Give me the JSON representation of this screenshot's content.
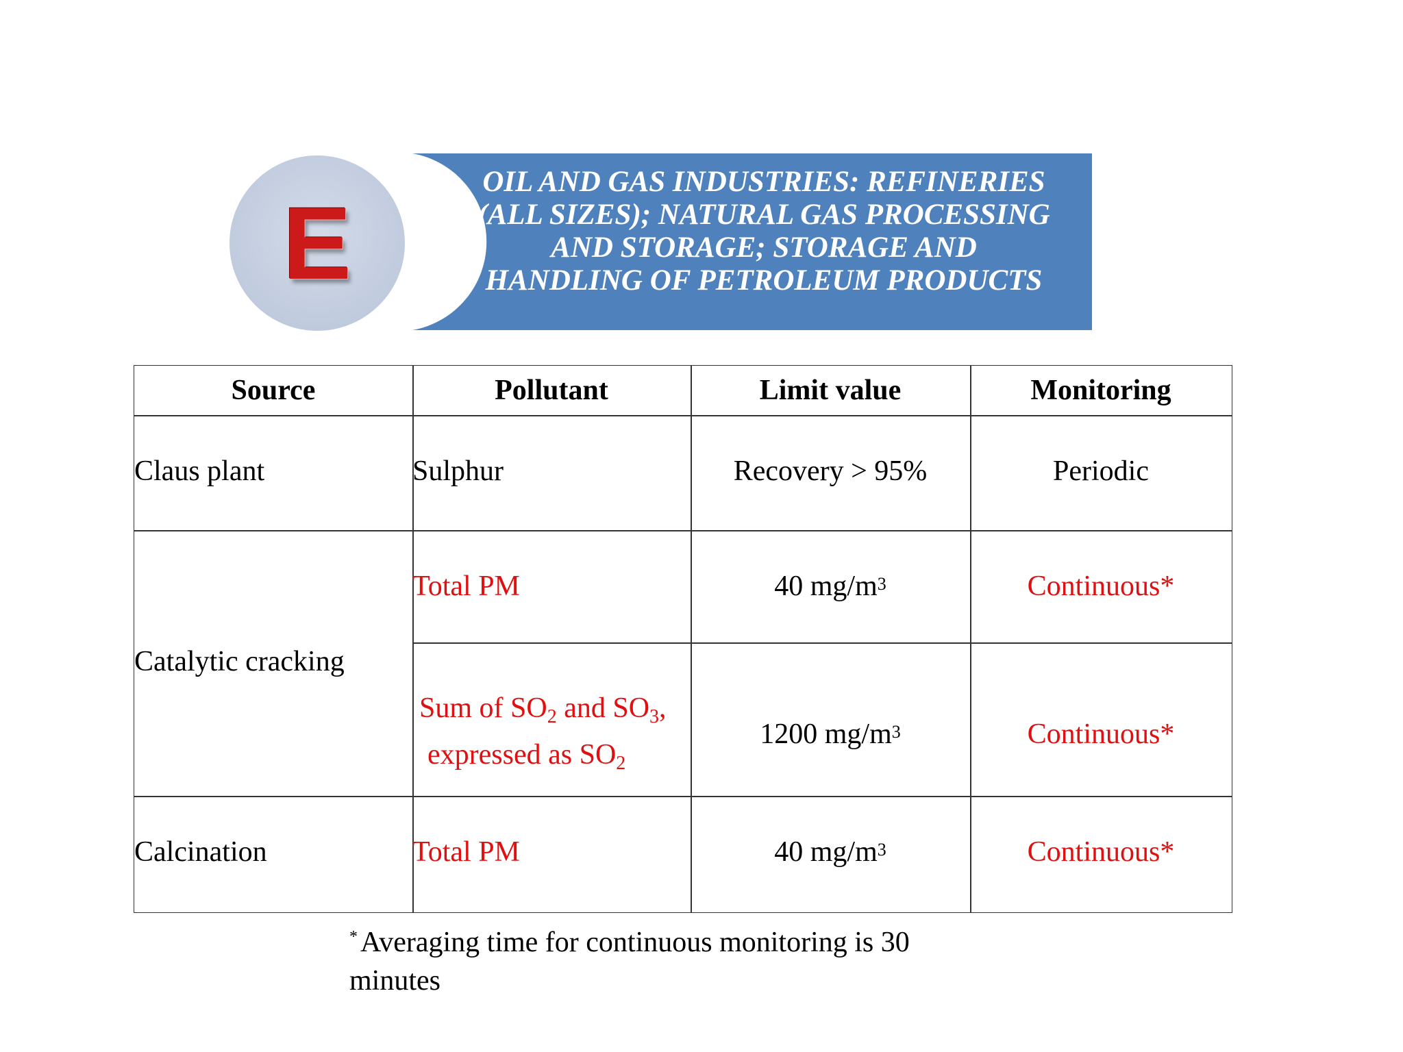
{
  "banner": {
    "badge_letter": "E",
    "title_lines": [
      "OIL AND GAS INDUSTRIES: REFINERIES",
      "(ALL SIZES); NATURAL GAS PROCESSING",
      "AND STORAGE; STORAGE AND",
      "HANDLING OF PETROLEUM PRODUCTS"
    ],
    "colors": {
      "banner_bg": "#4f81bd",
      "badge_bg": "#c7d0e2",
      "letter": "#cc1a1a"
    }
  },
  "table": {
    "headers": [
      "Source",
      "Pollutant",
      "Limit value",
      "Monitoring"
    ],
    "rows": [
      {
        "source": "Claus plant",
        "pollutant": "Sulphur",
        "limit": "Recovery > 95%",
        "monitoring": "Periodic"
      },
      {
        "source": "Catalytic cracking",
        "pollutant": "Total PM",
        "limit_value": "40 mg/m",
        "limit_sup": "3",
        "monitoring": "Continuous*"
      },
      {
        "pollutant_parts": [
          "Sum of SO",
          "2",
          " and SO",
          "3",
          ","
        ],
        "pollutant_line2": [
          "expressed as SO",
          "2"
        ],
        "limit_value": "1200 mg/m",
        "limit_sup": "3",
        "monitoring": "Continuous*"
      },
      {
        "source": "Calcination",
        "pollutant": "Total PM",
        "limit_value": "40 mg/m",
        "limit_sup": "3",
        "monitoring": "Continuous*"
      }
    ],
    "colors": {
      "highlight": "#e01010"
    }
  },
  "footnote": {
    "mark": "*",
    "text": "Averaging time for continuous monitoring is 30 minutes"
  }
}
